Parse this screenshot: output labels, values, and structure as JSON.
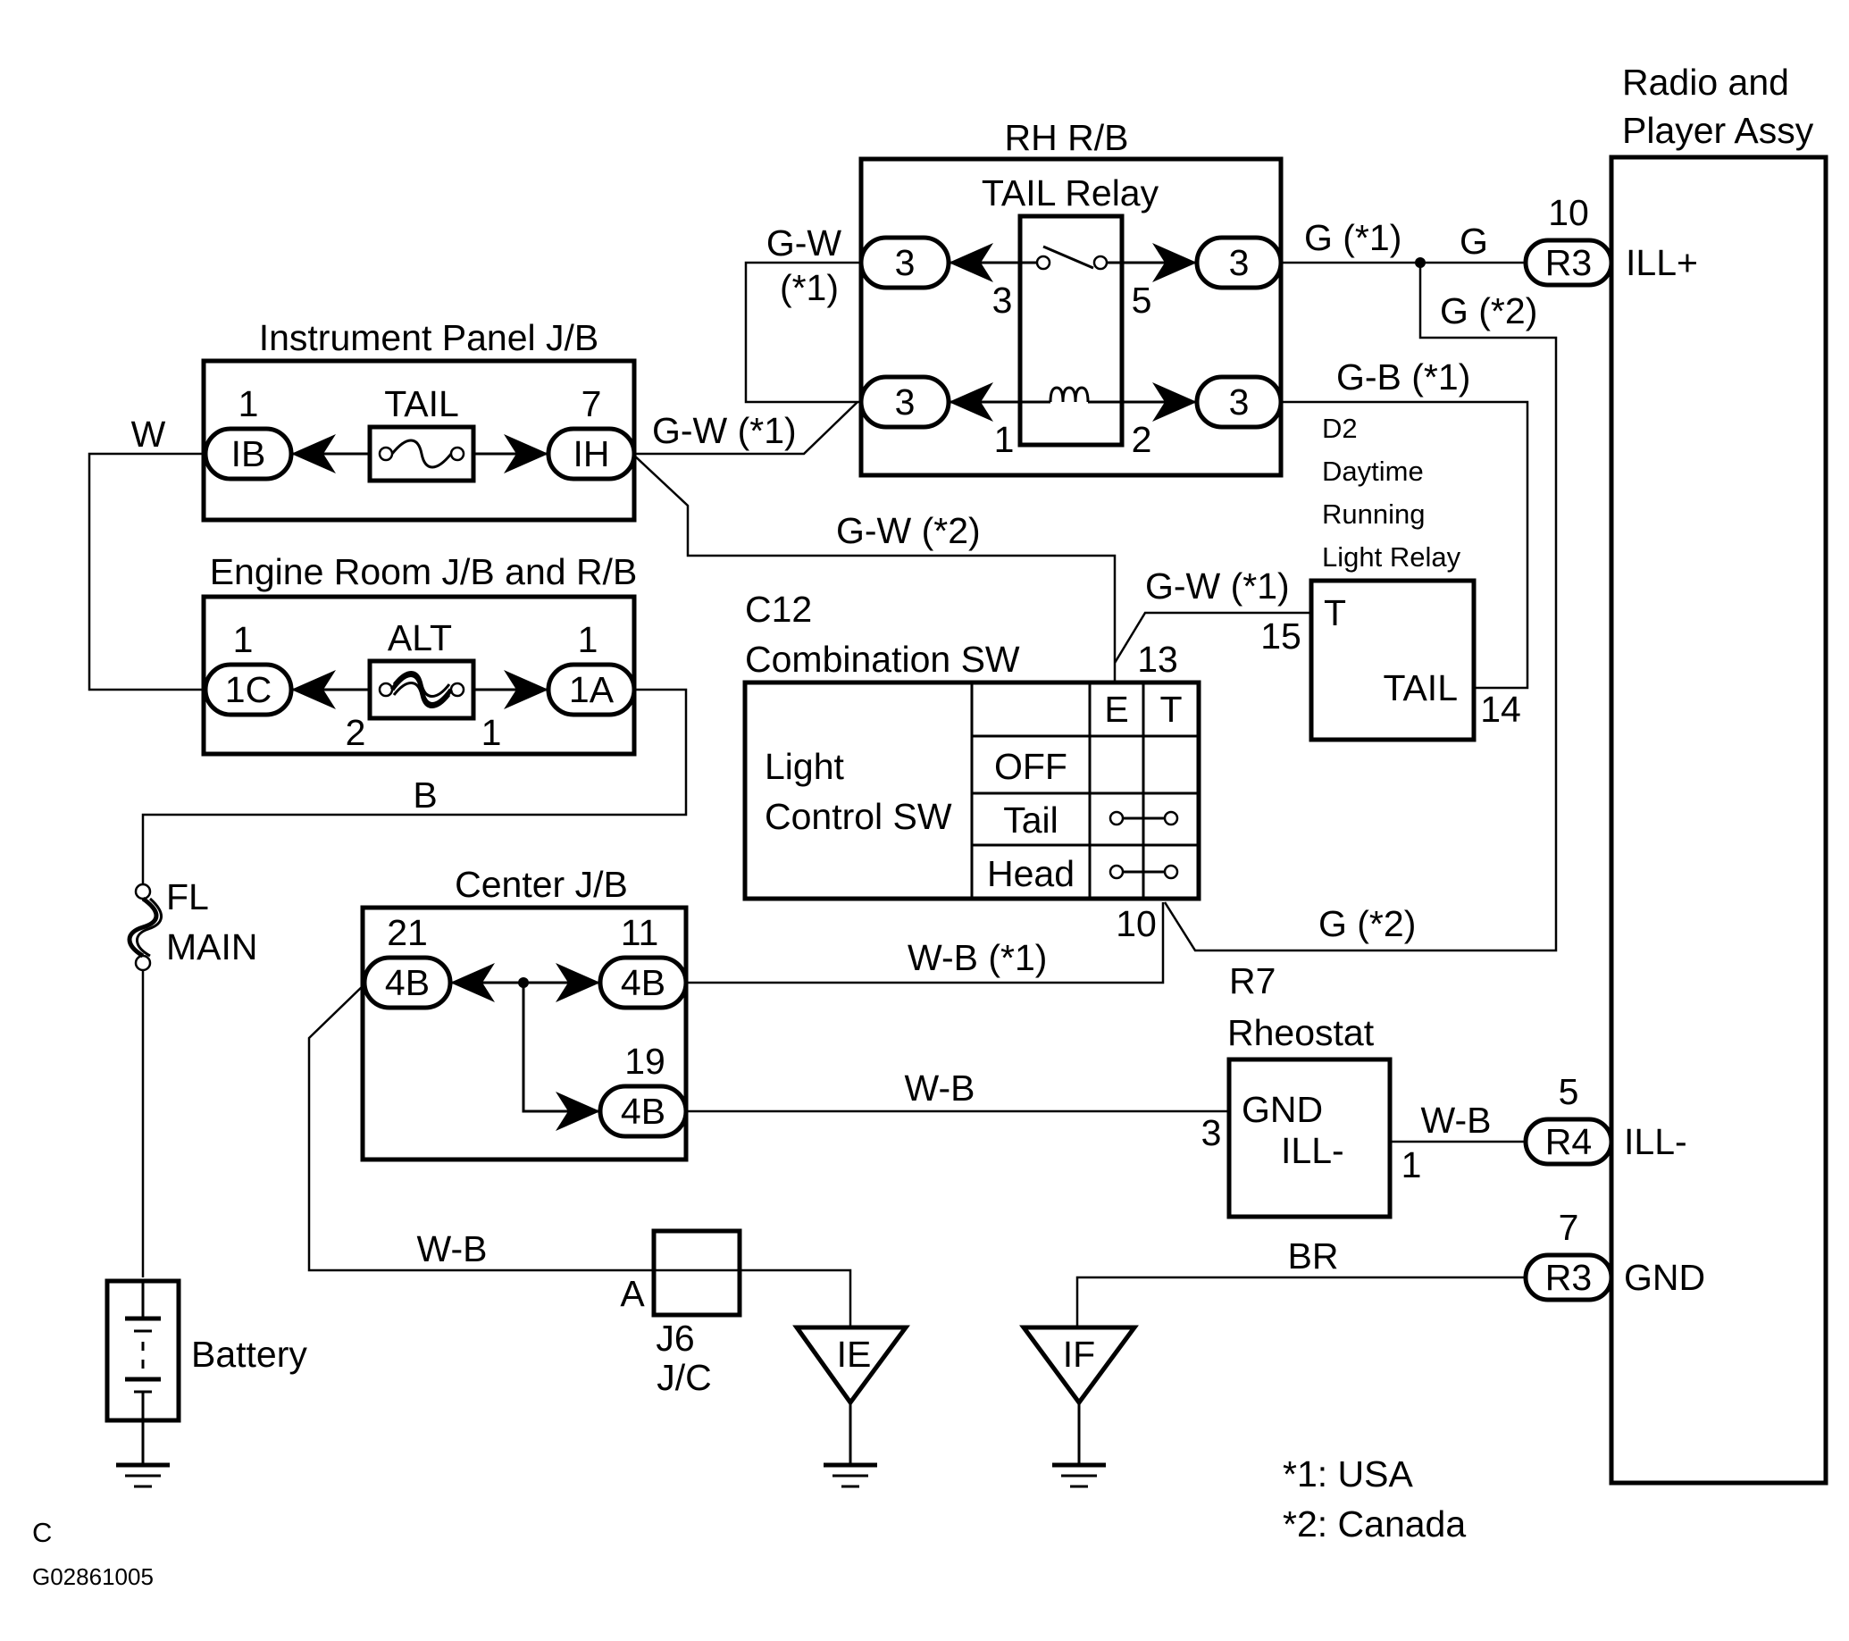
{
  "components": {
    "radio": {
      "title_line1": "Radio and",
      "title_line2": "Player Assy",
      "ill_plus": "ILL+",
      "ill_minus": "ILL-",
      "gnd": "GND"
    },
    "rh_rb": {
      "title": "RH R/B",
      "relay": "TAIL Relay"
    },
    "ip_jb": {
      "title": "Instrument Panel J/B",
      "fuse": "TAIL"
    },
    "er_jb": {
      "title": "Engine Room J/B and R/B",
      "fuse": "ALT"
    },
    "center_jb": {
      "title": "Center J/B"
    },
    "combo_sw": {
      "code": "C12",
      "title": "Combination SW",
      "label_line1": "Light",
      "label_line2": "Control SW",
      "col_e": "E",
      "col_t": "T",
      "row_off": "OFF",
      "row_tail": "Tail",
      "row_head": "Head"
    },
    "drl": {
      "code": "D2",
      "line1": "Daytime",
      "line2": "Running",
      "line3": "Light Relay",
      "term_t": "T",
      "term_tail": "TAIL"
    },
    "rheostat": {
      "code": "R7",
      "title": "Rheostat",
      "gnd": "GND",
      "ill_minus": "ILL-"
    },
    "fuse_main": {
      "line1": "FL",
      "line2": "MAIN"
    },
    "battery": {
      "label": "Battery"
    },
    "jc": {
      "code": "J6",
      "label": "J/C",
      "pin": "A"
    },
    "ground_ie": "IE",
    "ground_if": "IF"
  },
  "connectors": {
    "rh_top_left": "3",
    "rh_top_right": "3",
    "rh_bot_left": "3",
    "rh_bot_right": "3",
    "ib": "IB",
    "ih": "IH",
    "c1c": "1C",
    "c1a": "1A",
    "c4b_left": "4B",
    "c4b_right": "4B",
    "c4b_lower": "4B",
    "r3_top": "R3",
    "r4": "R4",
    "r3_bot": "R3"
  },
  "pins": {
    "relay_3": "3",
    "relay_5": "5",
    "relay_1": "1",
    "relay_2": "2",
    "ib": "1",
    "ih": "7",
    "c1c": "1",
    "c1a": "1",
    "alt_left": "2",
    "alt_right": "1",
    "cjb_21": "21",
    "cjb_11": "11",
    "cjb_19": "19",
    "sw_13": "13",
    "sw_10": "10",
    "drl_15": "15",
    "drl_14": "14",
    "rheo_3": "3",
    "rheo_1": "1",
    "radio_10": "10",
    "radio_5": "5",
    "radio_7": "7"
  },
  "wires": {
    "w": "W",
    "b": "B",
    "gw_top_1": "G-W",
    "gw_top_2": "(*1)",
    "gw_ih": "G-W  (*1)",
    "gw_mid": "G-W  (*2)",
    "gw_drl": "G-W  (*1)",
    "g_usa": "G (*1)",
    "g": "G",
    "g_can": "G (*2)",
    "gb": "G-B  (*1)",
    "g_can_low": "G (*2)",
    "wb_usa": "W-B  (*1)",
    "wb_mid": "W-B",
    "wb_rheo": "W-B",
    "wb_low": "W-B",
    "br": "BR"
  },
  "notes": {
    "usa": "*1: USA",
    "canada": "*2: Canada"
  },
  "footer": {
    "corner": "C",
    "figure_id": "G02861005"
  }
}
